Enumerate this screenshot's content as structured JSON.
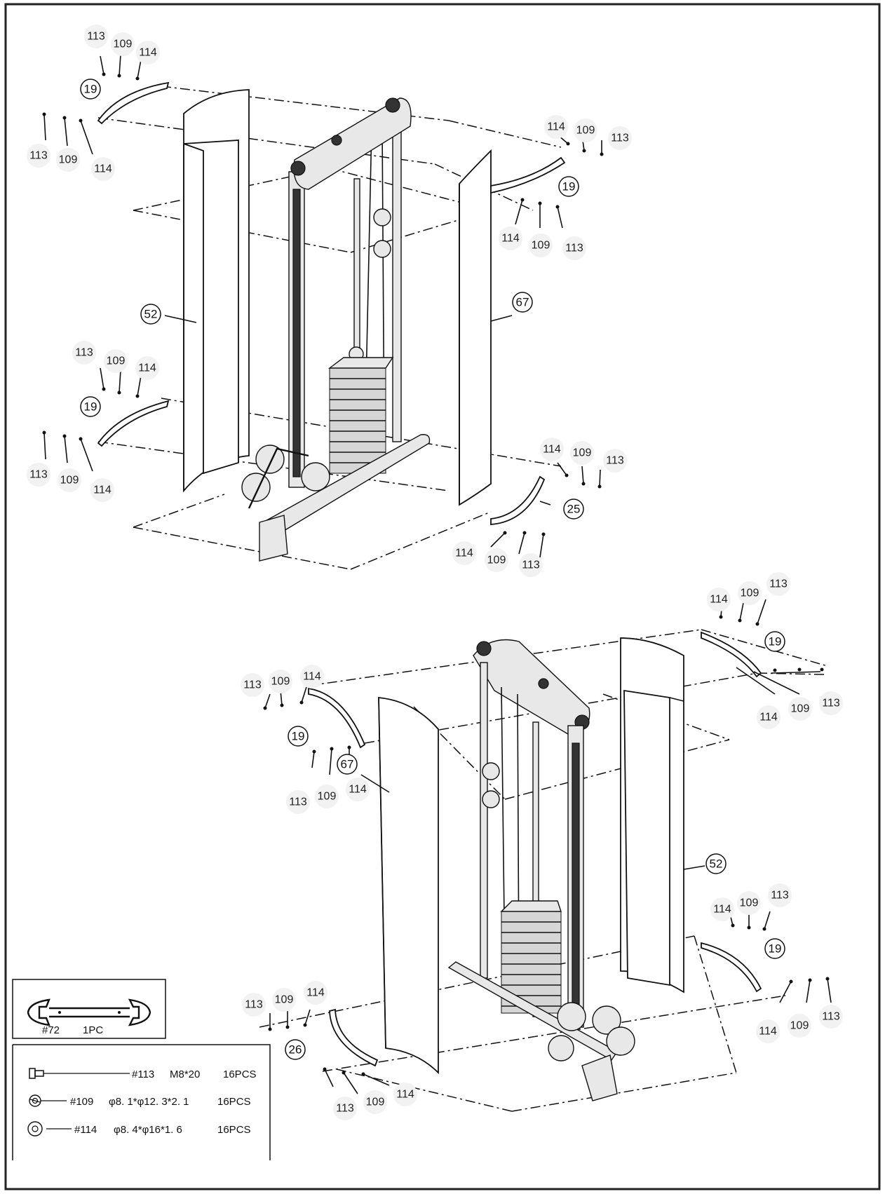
{
  "callouts": {
    "c19": "19",
    "c25": "25",
    "c26": "26",
    "c52": "52",
    "c67": "67"
  },
  "hardware_numbers": {
    "n113": "113",
    "n109": "109",
    "n114": "114"
  },
  "tool_box": {
    "part": "#72",
    "qty": "1PC",
    "icon": "wrench-icon"
  },
  "legend": [
    {
      "icon": "bolt-icon",
      "part": "#113",
      "spec": "M8*20",
      "qty": "16PCS"
    },
    {
      "icon": "spring-washer-icon",
      "part": "#109",
      "spec": "φ8. 1*φ12. 3*2. 1",
      "qty": "16PCS"
    },
    {
      "icon": "flat-washer-icon",
      "part": "#114",
      "spec": "φ8. 4*φ16*1. 6",
      "qty": "16PCS"
    }
  ]
}
